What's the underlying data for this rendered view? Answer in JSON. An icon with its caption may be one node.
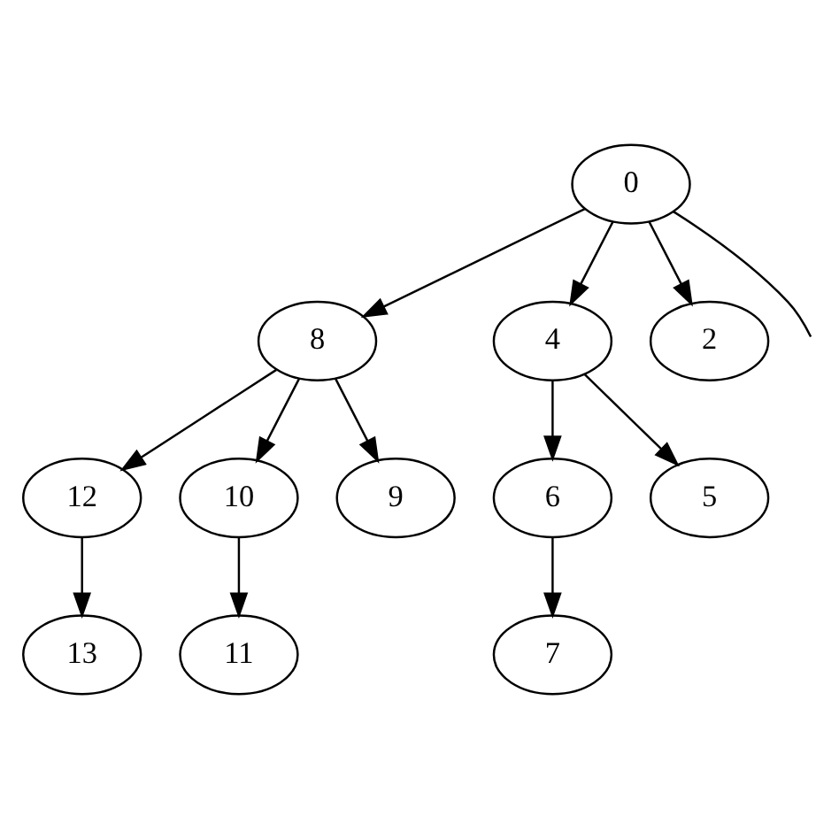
{
  "diagram": {
    "nodes": [
      {
        "text": [
          "0"
        ]
      },
      {
        "text": [
          "8"
        ]
      },
      {
        "text": [
          "4"
        ]
      },
      {
        "text": [
          "2"
        ]
      },
      {
        "text": [
          "12"
        ]
      },
      {
        "text": [
          "10"
        ]
      },
      {
        "text": [
          "9"
        ]
      },
      {
        "text": [
          "6"
        ]
      },
      {
        "text": [
          "5"
        ]
      },
      {
        "text": [
          "13"
        ]
      },
      {
        "text": [
          "11"
        ]
      },
      {
        "text": [
          "7"
        ]
      }
    ],
    "edges": [
      {
        "from": 0,
        "to": 1,
        "arrow": "to"
      },
      {
        "from": 0,
        "to": 2,
        "arrow": "to"
      },
      {
        "from": 0,
        "to": 3,
        "arrow": "to"
      },
      {
        "from": 0,
        "to": null,
        "arrow": "none"
      },
      {
        "from": 1,
        "to": 4,
        "arrow": "to"
      },
      {
        "from": 1,
        "to": 5,
        "arrow": "to"
      },
      {
        "from": 1,
        "to": 6,
        "arrow": "to"
      },
      {
        "from": 2,
        "to": 7,
        "arrow": "to"
      },
      {
        "from": 2,
        "to": 8,
        "arrow": "to"
      },
      {
        "from": 4,
        "to": 9,
        "arrow": "to"
      },
      {
        "from": 5,
        "to": 10,
        "arrow": "to"
      },
      {
        "from": 7,
        "to": 11,
        "arrow": "to"
      }
    ]
  }
}
